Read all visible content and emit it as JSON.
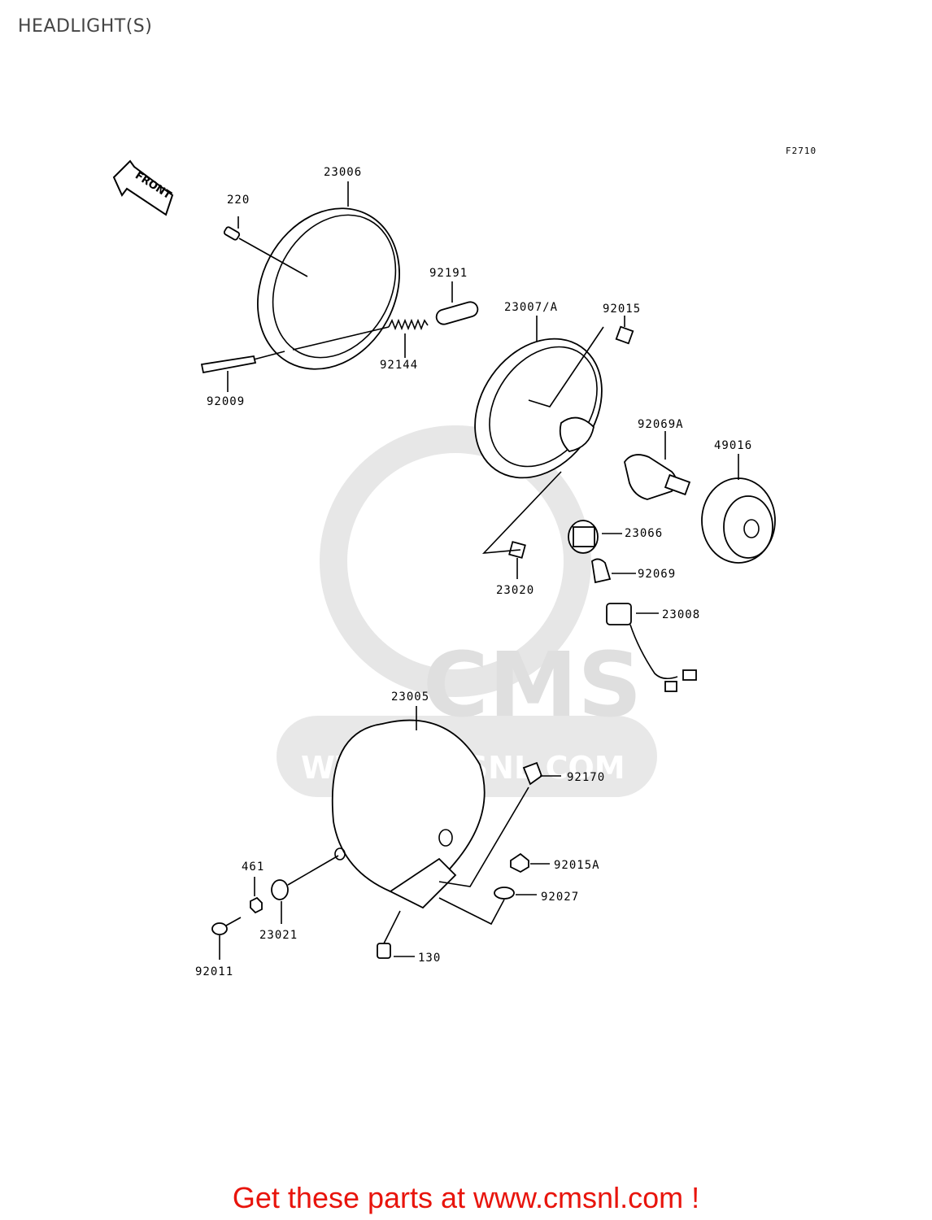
{
  "page": {
    "title": "HEADLIGHT(S)"
  },
  "figure": {
    "code": "F2710",
    "direction_label": "FRONT"
  },
  "parts": {
    "p23006": "23006",
    "p220": "220",
    "p92191": "92191",
    "p23007A": "23007/A",
    "p92015": "92015",
    "p92144": "92144",
    "p92009": "92009",
    "p92069A": "92069A",
    "p49016": "49016",
    "p23066": "23066",
    "p92069": "92069",
    "p23008": "23008",
    "p23020": "23020",
    "p23005": "23005",
    "p92170": "92170",
    "p461": "461",
    "p92015A": "92015A",
    "p92027": "92027",
    "p23021": "23021",
    "p130": "130",
    "p92011": "92011"
  },
  "watermark": {
    "brand": "CMS",
    "url": "WWW.CMSNL.COM"
  },
  "footer": {
    "prefix": "Get these parts at ",
    "link": "www.cmsnl.com",
    "suffix": " !"
  }
}
